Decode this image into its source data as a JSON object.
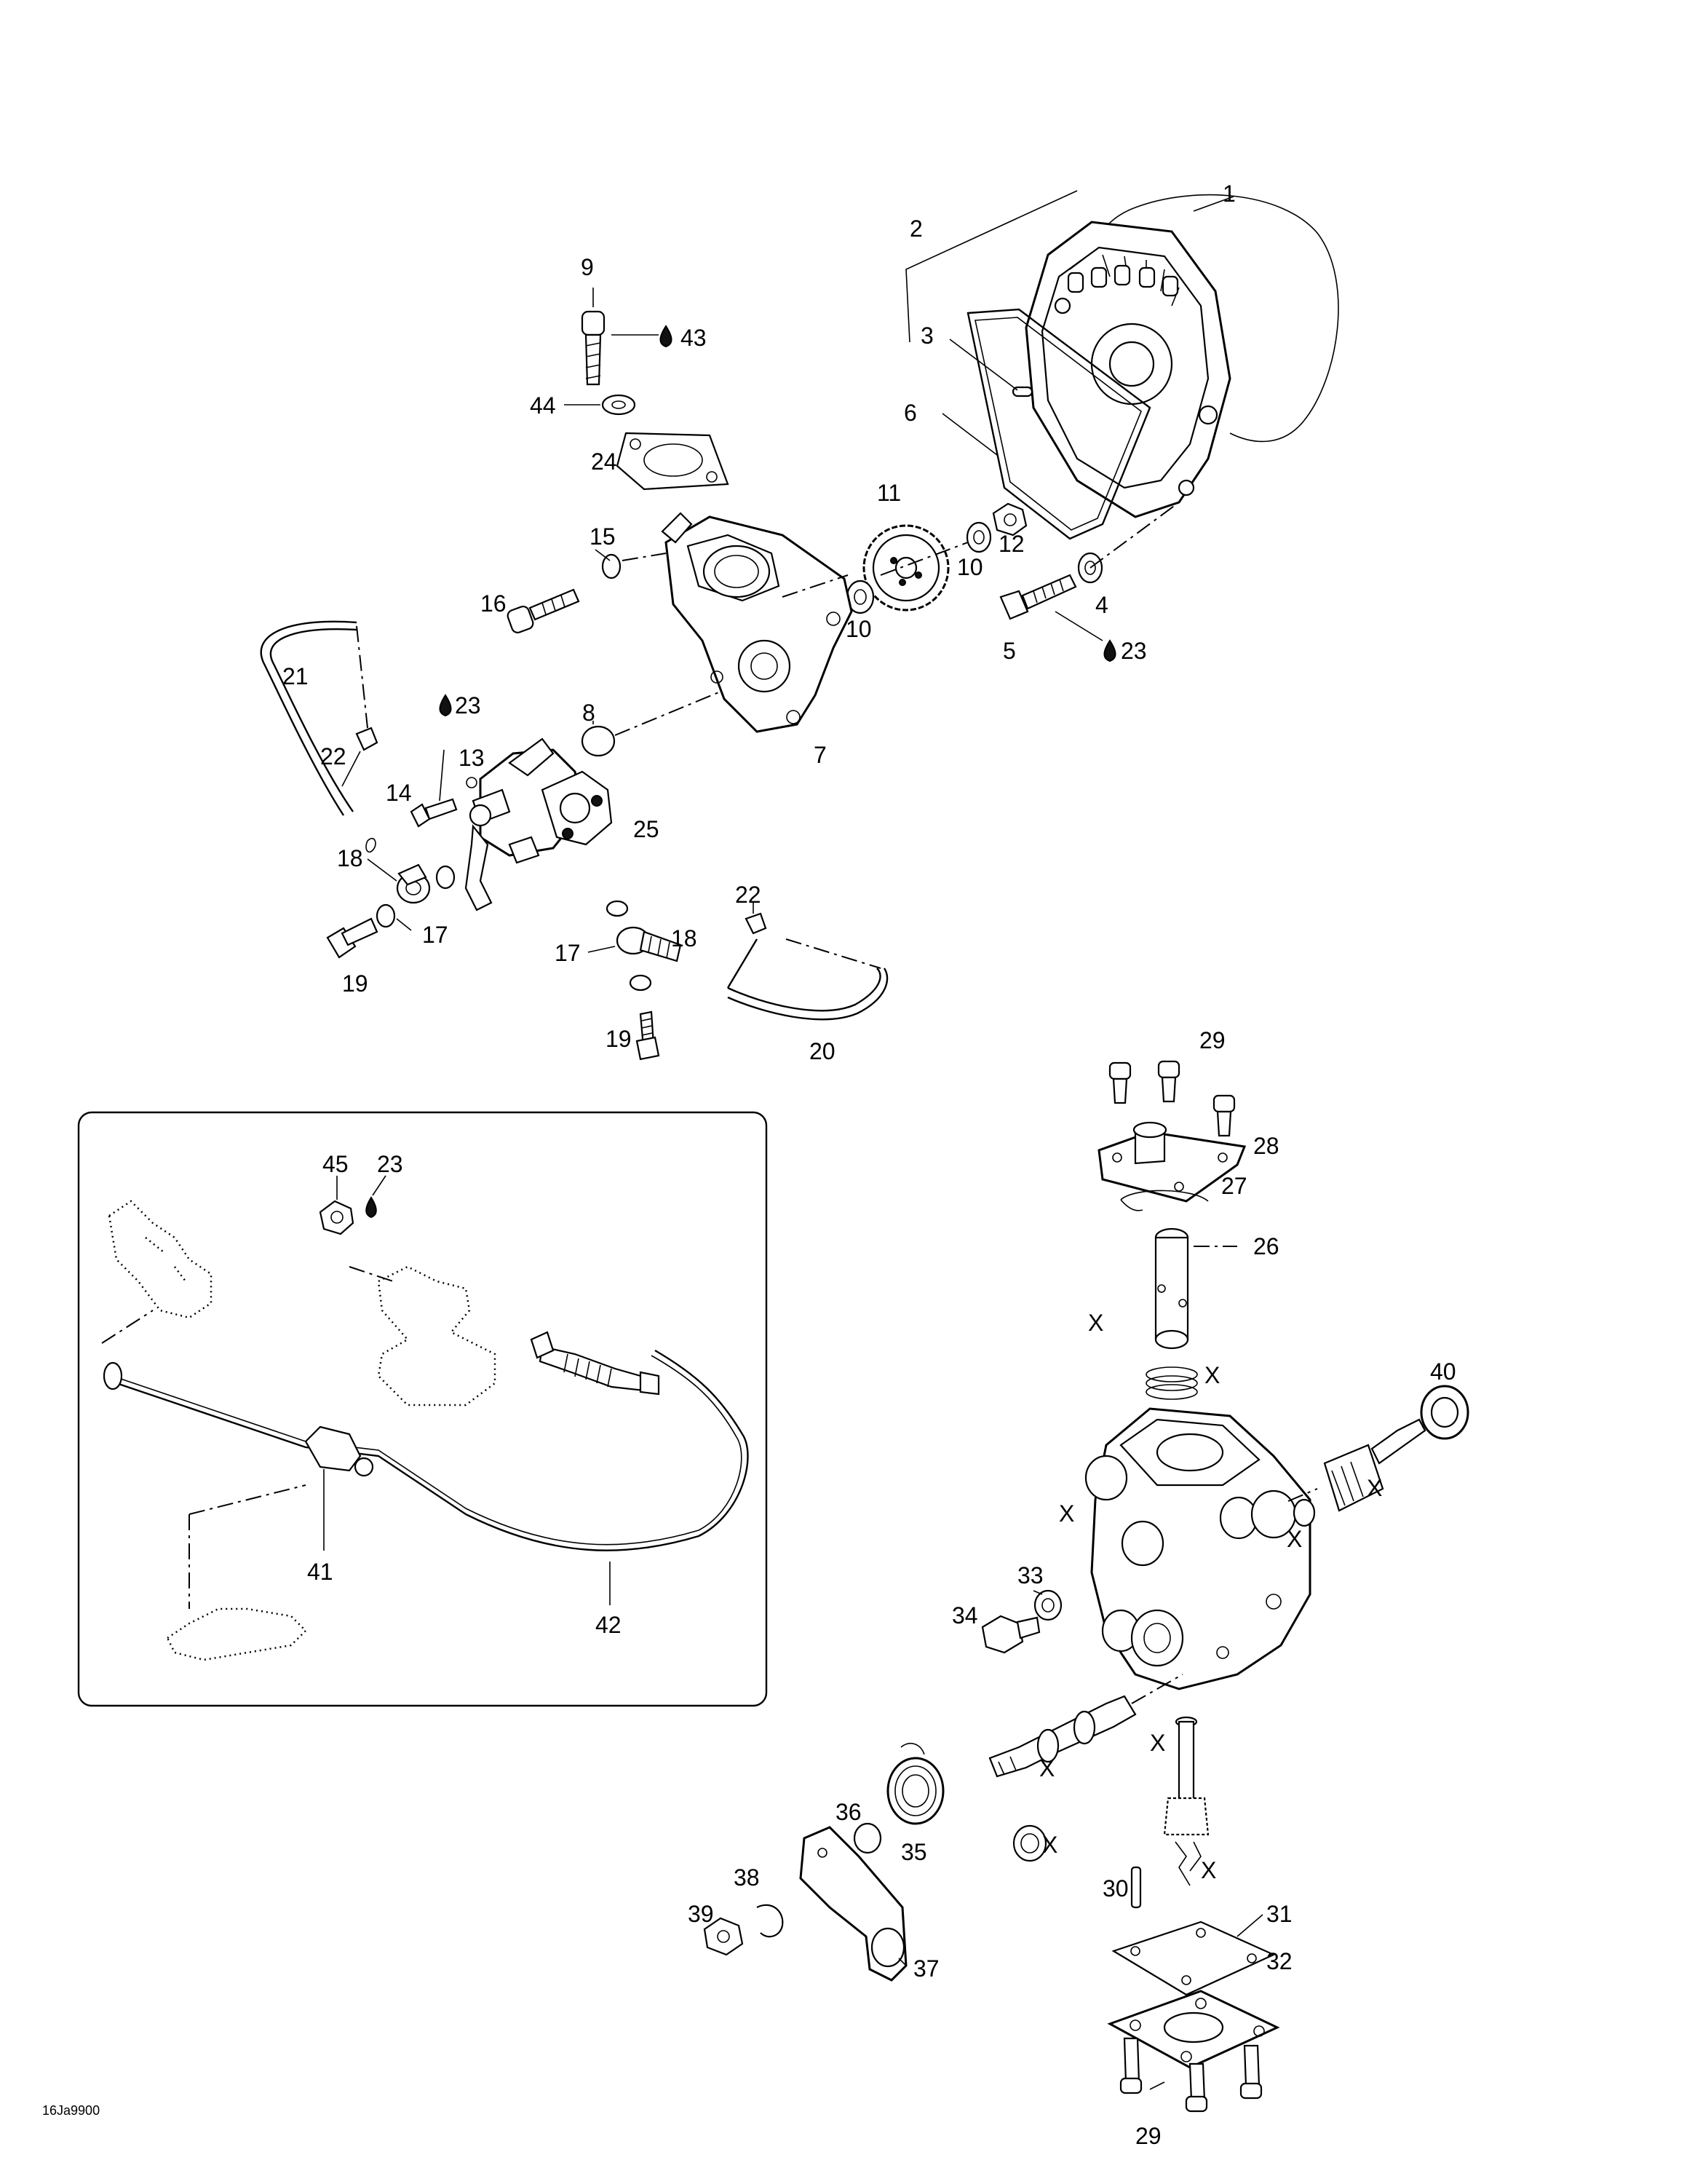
{
  "drawing_code": "16Ja9900",
  "callouts": [
    {
      "id": "c1",
      "text": "1"
    },
    {
      "id": "c2",
      "text": "2"
    },
    {
      "id": "c3",
      "text": "3"
    },
    {
      "id": "c4",
      "text": "4"
    },
    {
      "id": "c5",
      "text": "5"
    },
    {
      "id": "c6",
      "text": "6"
    },
    {
      "id": "c7",
      "text": "7"
    },
    {
      "id": "c8",
      "text": "8"
    },
    {
      "id": "c9",
      "text": "9"
    },
    {
      "id": "c10a",
      "text": "10"
    },
    {
      "id": "c10b",
      "text": "10"
    },
    {
      "id": "c11",
      "text": "11"
    },
    {
      "id": "c12",
      "text": "12"
    },
    {
      "id": "c13",
      "text": "13"
    },
    {
      "id": "c14",
      "text": "14"
    },
    {
      "id": "c15",
      "text": "15"
    },
    {
      "id": "c16",
      "text": "16"
    },
    {
      "id": "c17a",
      "text": "17"
    },
    {
      "id": "c17b",
      "text": "17"
    },
    {
      "id": "c18a",
      "text": "18"
    },
    {
      "id": "c18b",
      "text": "18"
    },
    {
      "id": "c19a",
      "text": "19"
    },
    {
      "id": "c19b",
      "text": "19"
    },
    {
      "id": "c20",
      "text": "20"
    },
    {
      "id": "c21",
      "text": "21"
    },
    {
      "id": "c22a",
      "text": "22"
    },
    {
      "id": "c22b",
      "text": "22"
    },
    {
      "id": "c23a",
      "text": "23"
    },
    {
      "id": "c23b",
      "text": "23"
    },
    {
      "id": "c23c",
      "text": "23"
    },
    {
      "id": "c24",
      "text": "24"
    },
    {
      "id": "c25",
      "text": "25"
    },
    {
      "id": "c26",
      "text": "26"
    },
    {
      "id": "c27",
      "text": "27"
    },
    {
      "id": "c28",
      "text": "28"
    },
    {
      "id": "c29a",
      "text": "29"
    },
    {
      "id": "c29b",
      "text": "29"
    },
    {
      "id": "c30",
      "text": "30"
    },
    {
      "id": "c31",
      "text": "31"
    },
    {
      "id": "c32",
      "text": "32"
    },
    {
      "id": "c33",
      "text": "33"
    },
    {
      "id": "c34",
      "text": "34"
    },
    {
      "id": "c35",
      "text": "35"
    },
    {
      "id": "c36",
      "text": "36"
    },
    {
      "id": "c37",
      "text": "37"
    },
    {
      "id": "c38",
      "text": "38"
    },
    {
      "id": "c39",
      "text": "39"
    },
    {
      "id": "c40",
      "text": "40"
    },
    {
      "id": "c41",
      "text": "41"
    },
    {
      "id": "c42",
      "text": "42"
    },
    {
      "id": "c43",
      "text": "43"
    },
    {
      "id": "c44",
      "text": "44"
    },
    {
      "id": "c45",
      "text": "45"
    },
    {
      "id": "x1",
      "text": "X"
    },
    {
      "id": "x2",
      "text": "X"
    },
    {
      "id": "x3",
      "text": "X"
    },
    {
      "id": "x4",
      "text": "X"
    },
    {
      "id": "x5",
      "text": "X"
    },
    {
      "id": "x6",
      "text": "X"
    },
    {
      "id": "x7",
      "text": "X"
    },
    {
      "id": "x8",
      "text": "X"
    },
    {
      "id": "x9",
      "text": "X"
    },
    {
      "id": "x10",
      "text": "X"
    }
  ]
}
